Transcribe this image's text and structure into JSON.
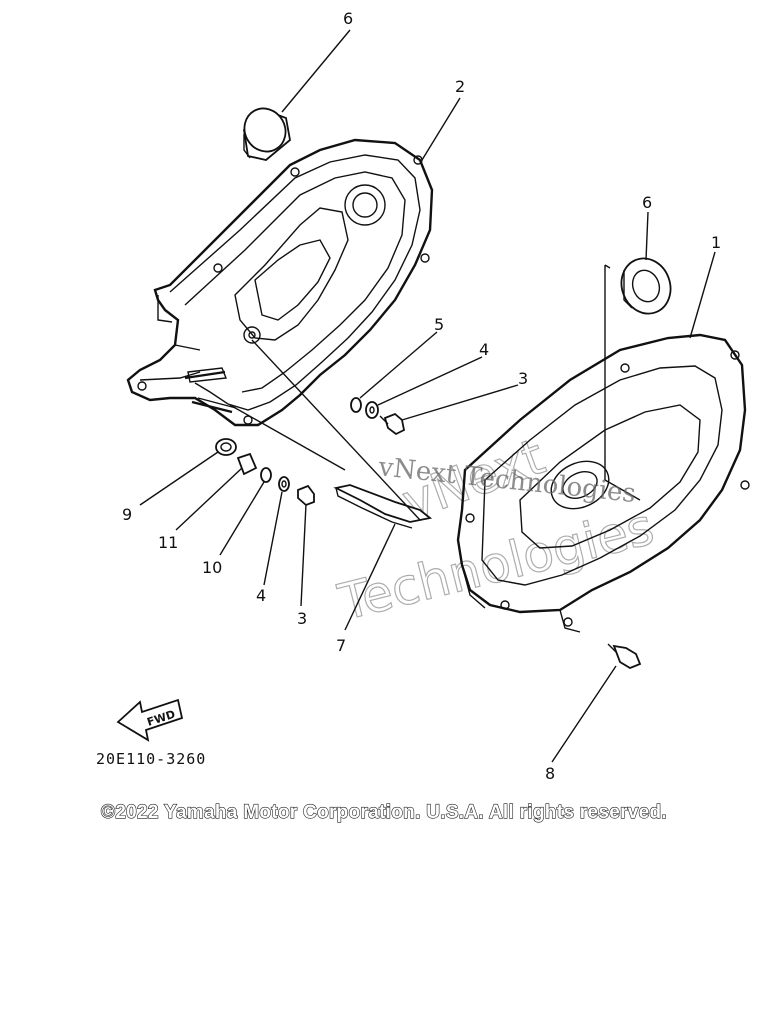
{
  "diagram": {
    "callouts": [
      "6",
      "2",
      "6",
      "1",
      "5",
      "4",
      "3",
      "9",
      "11",
      "10",
      "4",
      "3",
      "7",
      "8"
    ],
    "fwd_label": "FWD",
    "part_number": "20E110-3260",
    "copyright": "©2022 Yamaha Motor Corporation. U.S.A. All rights reserved.",
    "watermark_line1": "vNext Technologies",
    "watermark_line2": "vNext",
    "watermark_line3": "Technologies"
  }
}
